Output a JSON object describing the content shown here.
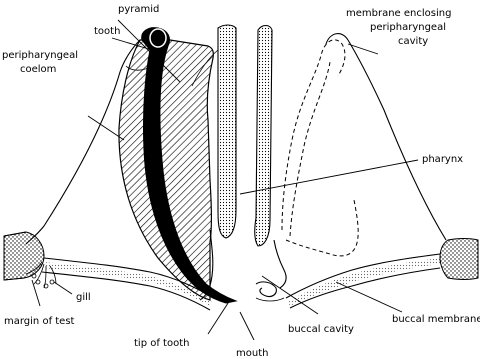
{
  "diagram": {
    "labels": {
      "pyramid": "pyramid",
      "tooth": "tooth",
      "peripharyngeal_coelom_line1": "peripharyngeal",
      "peripharyngeal_coelom_line2": "coelom",
      "membrane_line1": "membrane enclosing",
      "membrane_line2": "peripharyngeal",
      "membrane_line3": "cavity",
      "pharynx": "pharynx",
      "gill": "gill",
      "margin_of_test": "margin of test",
      "buccal_membrane": "buccal membrane",
      "buccal_cavity": "buccal cavity",
      "tip_of_tooth": "tip of tooth",
      "mouth": "mouth"
    }
  }
}
